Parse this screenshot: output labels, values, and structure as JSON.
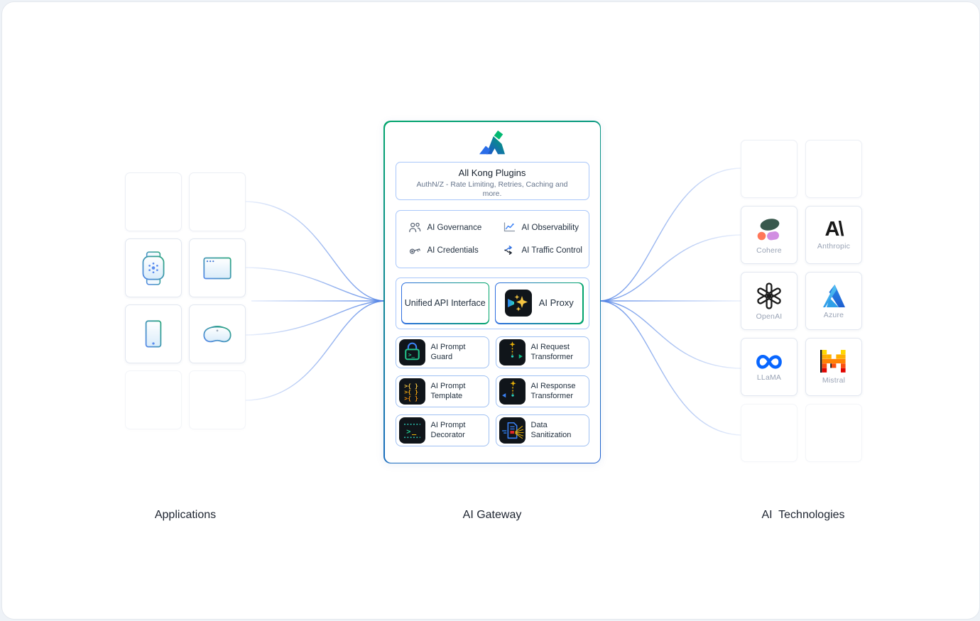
{
  "sections": {
    "applications_label": "Applications",
    "gateway_label": "AI Gateway",
    "technologies_label": "AI  Technologies"
  },
  "gateway": {
    "kong_plugins": {
      "title": "All Kong Plugins",
      "subtitle": "AuthN/Z - Rate Limiting, Retries, Caching and more."
    },
    "features": [
      {
        "label": "AI Governance",
        "icon": "people-icon"
      },
      {
        "label": "AI Observability",
        "icon": "chart-icon"
      },
      {
        "label": "AI Credentials",
        "icon": "key-icon"
      },
      {
        "label": "AI Traffic Control",
        "icon": "split-arrows-icon"
      }
    ],
    "unified_api": {
      "label": "Unified API Interface"
    },
    "ai_proxy": {
      "label": "AI Proxy",
      "icon": "sparkles-funnel-icon"
    },
    "plugins": [
      {
        "label": "AI Prompt Guard",
        "icon": "lock-terminal-icon"
      },
      {
        "label": "AI Request Transformer",
        "icon": "arrow-right-sparkle-icon"
      },
      {
        "label": "AI Prompt Template",
        "icon": "braces-icon"
      },
      {
        "label": "AI Response Transformer",
        "icon": "arrow-left-sparkle-icon"
      },
      {
        "label": "AI Prompt Decorator",
        "icon": "terminal-dotted-icon"
      },
      {
        "label": "Data Sanitization",
        "icon": "document-shred-icon"
      }
    ]
  },
  "applications": {
    "devices": [
      {
        "icon": "smartwatch-icon"
      },
      {
        "icon": "browser-window-icon"
      },
      {
        "icon": "tablet-icon"
      },
      {
        "icon": "vr-headset-icon"
      }
    ]
  },
  "technologies": {
    "providers": [
      {
        "label": "Cohere"
      },
      {
        "label": "Anthropic",
        "logo_text": "A\\"
      },
      {
        "label": "OpenAI"
      },
      {
        "label": "Azure"
      },
      {
        "label": "LLaMA"
      },
      {
        "label": "Mistral"
      }
    ]
  },
  "glyphs": {
    "prompt": ">_",
    "template_row": ">{ }",
    "gt": ">",
    "underscore": "_"
  },
  "colors": {
    "line_blue": "#5585e6",
    "panel_border_gradient": [
      "#00a46b",
      "#1f5fd0"
    ],
    "inner_box_border": "#a9c7fa",
    "plugin_card_border": "#9fc0f2",
    "icon_bg_dark": "#10151a",
    "gold": "#eab308",
    "green": "#22c58b",
    "blue": "#3b82f6",
    "cohere_green": "#39594D",
    "cohere_coral": "#FF7759",
    "cohere_purple": "#D18EE2",
    "anthropic_black": "#181818",
    "openai_black": "#1a1a1a",
    "azure_blue": "#2e86e8",
    "meta_blue": "#0866FF",
    "mistral_ramp": [
      "#FFD800",
      "#FFAF00",
      "#FF8205",
      "#FA500F",
      "#E10500"
    ]
  }
}
